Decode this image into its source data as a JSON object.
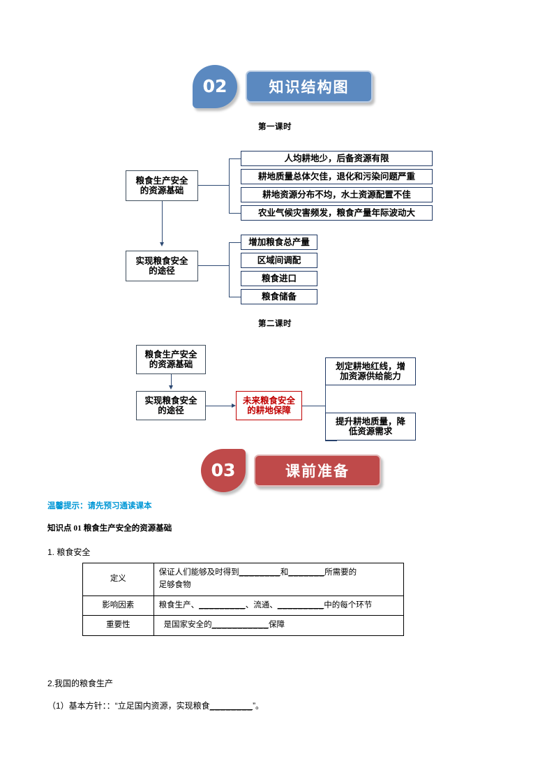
{
  "sections": [
    {
      "number": "02",
      "title": "知识结构图",
      "color": "#5b89c0",
      "badge_shape": "teardrop-bottom-left"
    },
    {
      "number": "03",
      "title": "课前准备",
      "color": "#bf4a4a",
      "badge_shape": "teardrop-top-right"
    }
  ],
  "diagram1": {
    "lesson_label": "第一课时",
    "root1": "粮食生产安全\n的资源基础",
    "root1_line1": "粮食生产安全",
    "root1_line2": "的资源基础",
    "branch1": [
      "人均耕地少，后备资源有限",
      "耕地质量总体欠佳，退化和污染问题严重",
      "耕地资源分布不均，水土资源配置不佳",
      "农业气候灾害频发，粮食产量年际波动大"
    ],
    "root2_line1": "实现粮食安全",
    "root2_line2": "的途径",
    "branch2": [
      "增加粮食总产量",
      "区域间调配",
      "粮食进口",
      "粮食储备"
    ]
  },
  "diagram2": {
    "lesson_label": "第二课时",
    "node1_line1": "粮食生产安全",
    "node1_line2": "的资源基础",
    "node2_line1": "实现粮食安全",
    "node2_line2": "的途径",
    "node3_line1": "未来粮食安全",
    "node3_line2": "的耕地保障",
    "outcomes": [
      {
        "line1": "划定耕地红线，增",
        "line2": "加资源供给能力"
      },
      {
        "line1": "提升耕地质量，降",
        "line2": "低资源需求"
      }
    ]
  },
  "prep": {
    "tip": "温馨提示：请先预习通读课本",
    "tip_color": "#0097d6",
    "knowledge_point": "知识点 01  粮食生产安全的资源基础",
    "item1": "1.  粮食安全",
    "table": {
      "rows": [
        {
          "label": "定义",
          "value_line1_a": "保证人们能够及时得到",
          "value_blank1": "________",
          "value_line1_b": "和",
          "value_blank2": "_______",
          "value_line1_c": "所需要的",
          "value_line2": "足够食物"
        },
        {
          "label": "影响因素",
          "value_a": "粮食生产、",
          "blank1": "_________",
          "value_b": "、流通、",
          "blank2": "_________",
          "value_c": "中的每个环节"
        },
        {
          "label": "重要性",
          "value_a": "是国家安全的",
          "blank1": "___________",
          "value_b": "保障"
        }
      ]
    },
    "item2": "2.我国的粮食生产",
    "item2_sub1_a": "（1）基本方针：：“立足国内资源，实现粮食",
    "item2_sub1_blank": "________",
    "item2_sub1_b": "”。"
  }
}
